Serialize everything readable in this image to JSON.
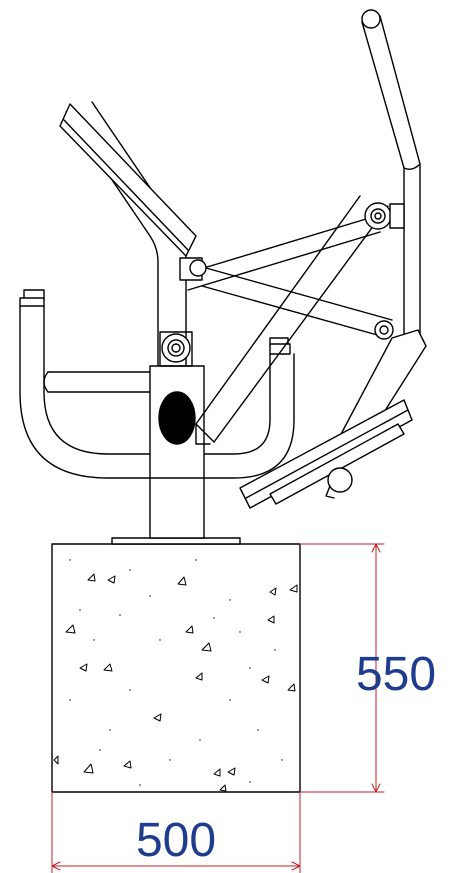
{
  "dimensions": {
    "height_label": "550",
    "width_label": "500",
    "height_value": 550,
    "width_value": 500
  },
  "colors": {
    "line": "#000000",
    "dimension_line": "#c0202a",
    "dimension_text": "#1f3d8f",
    "fill_black": "#000000",
    "background": "#ffffff"
  }
}
